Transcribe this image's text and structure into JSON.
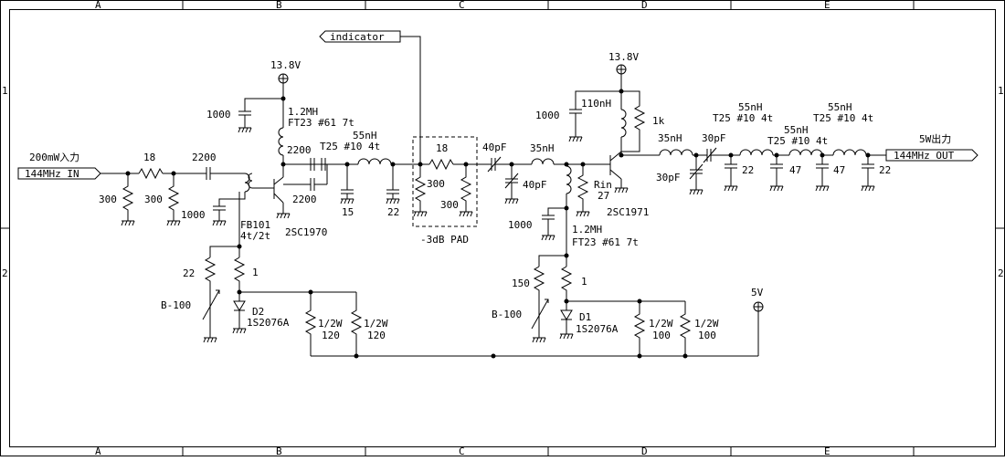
{
  "frame": {
    "cols": [
      "A",
      "B",
      "C",
      "D",
      "E"
    ],
    "rows": [
      "1",
      "2"
    ]
  },
  "ports": {
    "in": "144MHz IN",
    "out": "144MHz OUT",
    "indicator": "indicator",
    "in_power": "200mW入力",
    "out_power": "5W出力"
  },
  "supplies": {
    "v1": "13.8V",
    "v2": "13.8V",
    "v3": "5V"
  },
  "components": {
    "r_in_18": "18",
    "c_in_2200": "2200",
    "r_in_300a": "300",
    "r_in_300b": "300",
    "c_b1_1000": "1000",
    "c_bypass1_1000": "1000",
    "l_rfc1a": "1.2MH",
    "l_rfc1b": "FT23 #61 7t",
    "fb101a": "FB101",
    "fb101b": "4t/2t",
    "q1": "2SC1970",
    "c_2200a": "2200",
    "c_2200b": "2200",
    "l_55a": "55nH",
    "l_55a_t": "T25 #10 4t",
    "c_15": "15",
    "c_22a": "22",
    "pad_18": "18",
    "pad_300a": "300",
    "pad_300b": "300",
    "pad_label": "-3dB PAD",
    "c_40a": "40pF",
    "c_40b": "40pF",
    "l_35a": "35nH",
    "c_1000_mid": "1000",
    "rin_label": "Rin",
    "rin_val": "27",
    "q2": "2SC1971",
    "c_bypass2_1000": "1000",
    "l_110": "110nH",
    "r_1k": "1k",
    "l_rfc2a": "1.2MH",
    "l_rfc2b": "FT23 #61 7t",
    "l_35b": "35nH",
    "c_30a": "30pF",
    "c_30b": "30pF",
    "l_55b": "55nH",
    "l_55b_t": "T25 #10 4t",
    "l_55c": "55nH",
    "l_55c_t": "T25 #10 4t",
    "l_55d": "55nH",
    "l_55d_t": "T25 #10 4t",
    "c_22b": "22",
    "c_47a": "47",
    "c_47b": "47",
    "c_22c": "22",
    "r_22": "22",
    "r_1a": "1",
    "vr1": "B-100",
    "d2a": "D2",
    "d2b": "1S2076A",
    "r_12w_a": "1/2W",
    "r_12w_b": "1/2W",
    "r_120a": "120",
    "r_120b": "120",
    "r_150": "150",
    "r_1b": "1",
    "vr2": "B-100",
    "d1a": "D1",
    "d1b": "1S2076A",
    "r_12w_c": "1/2W",
    "r_12w_d": "1/2W",
    "r_100a": "100",
    "r_100b": "100"
  }
}
